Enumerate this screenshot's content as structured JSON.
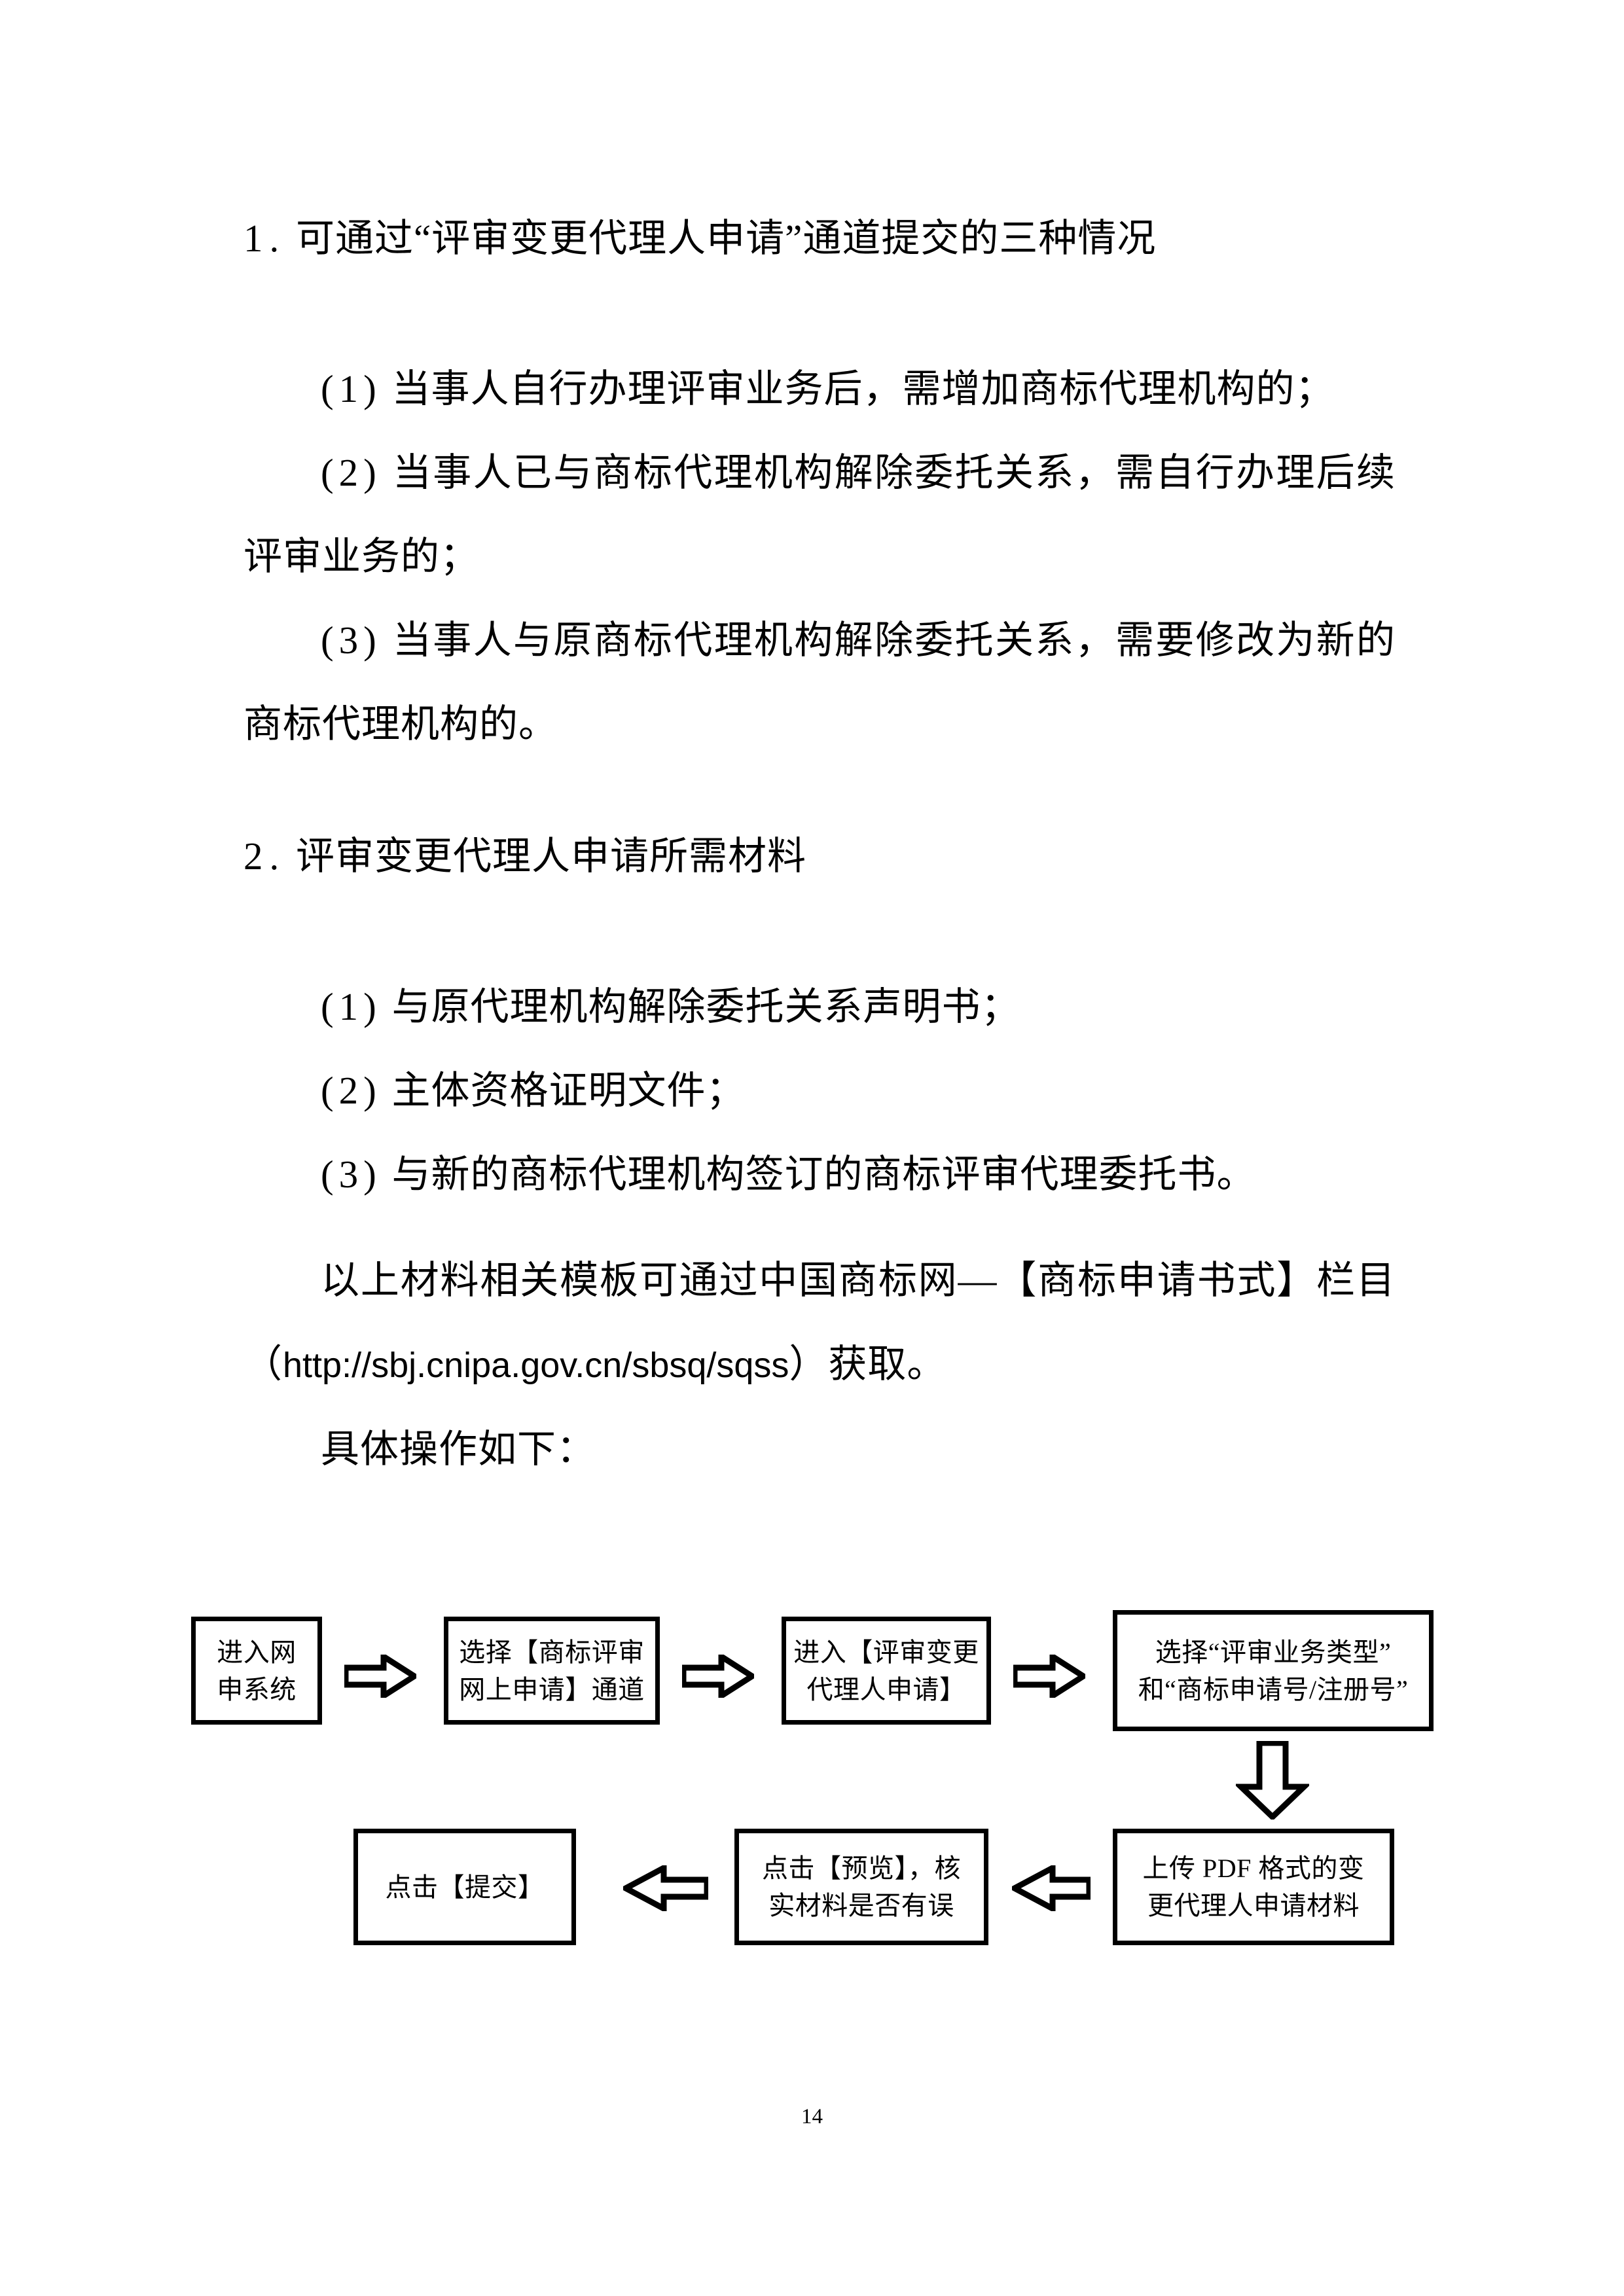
{
  "document": {
    "page_number": "14"
  },
  "sections": [
    {
      "number": "1.",
      "title": "可通过“评审变更代理人申请”通道提交的三种情况",
      "items": [
        {
          "marker": "(1)",
          "text": "当事人自行办理评审业务后，需增加商标代理机构的；"
        },
        {
          "marker": "(2)",
          "text": "当事人已与商标代理机构解除委托关系，需自行办理后续评审业务的；"
        },
        {
          "marker": "(3)",
          "text": "当事人与原商标代理机构解除委托关系，需要修改为新的商标代理机构的。"
        }
      ]
    },
    {
      "number": "2.",
      "title": "评审变更代理人申请所需材料",
      "items": [
        {
          "marker": "(1)",
          "text": "与原代理机构解除委托关系声明书；"
        },
        {
          "marker": "(2)",
          "text": "主体资格证明文件；"
        },
        {
          "marker": "(3)",
          "text": "与新的商标代理机构签订的商标评审代理委托书。"
        }
      ]
    }
  ],
  "closing": {
    "template_note_part1": "以上材料相关模板可通过中国商标网—【商标申请书式】栏目（",
    "template_url": "http://sbj.cnipa.gov.cn/sbsq/sqss",
    "template_note_part2": "）获取。",
    "operation_intro": "具体操作如下："
  },
  "flowchart": {
    "row1": [
      {
        "line1": "进入网",
        "line2": "申系统"
      },
      {
        "line1": "选择【商标评审",
        "line2": "网上申请】通道"
      },
      {
        "line1": "进入【评审变更",
        "line2": "代理人申请】"
      },
      {
        "line1": "选择“评审业务类型”",
        "line2": "和“商标申请号/注册号”"
      }
    ],
    "row2": [
      {
        "line1": "点击【提交】",
        "line2": ""
      },
      {
        "line1": "点击【预览】，核",
        "line2": "实材料是否有误"
      },
      {
        "line1": "上传 PDF 格式的变",
        "line2": "更代理人申请材料"
      }
    ]
  }
}
